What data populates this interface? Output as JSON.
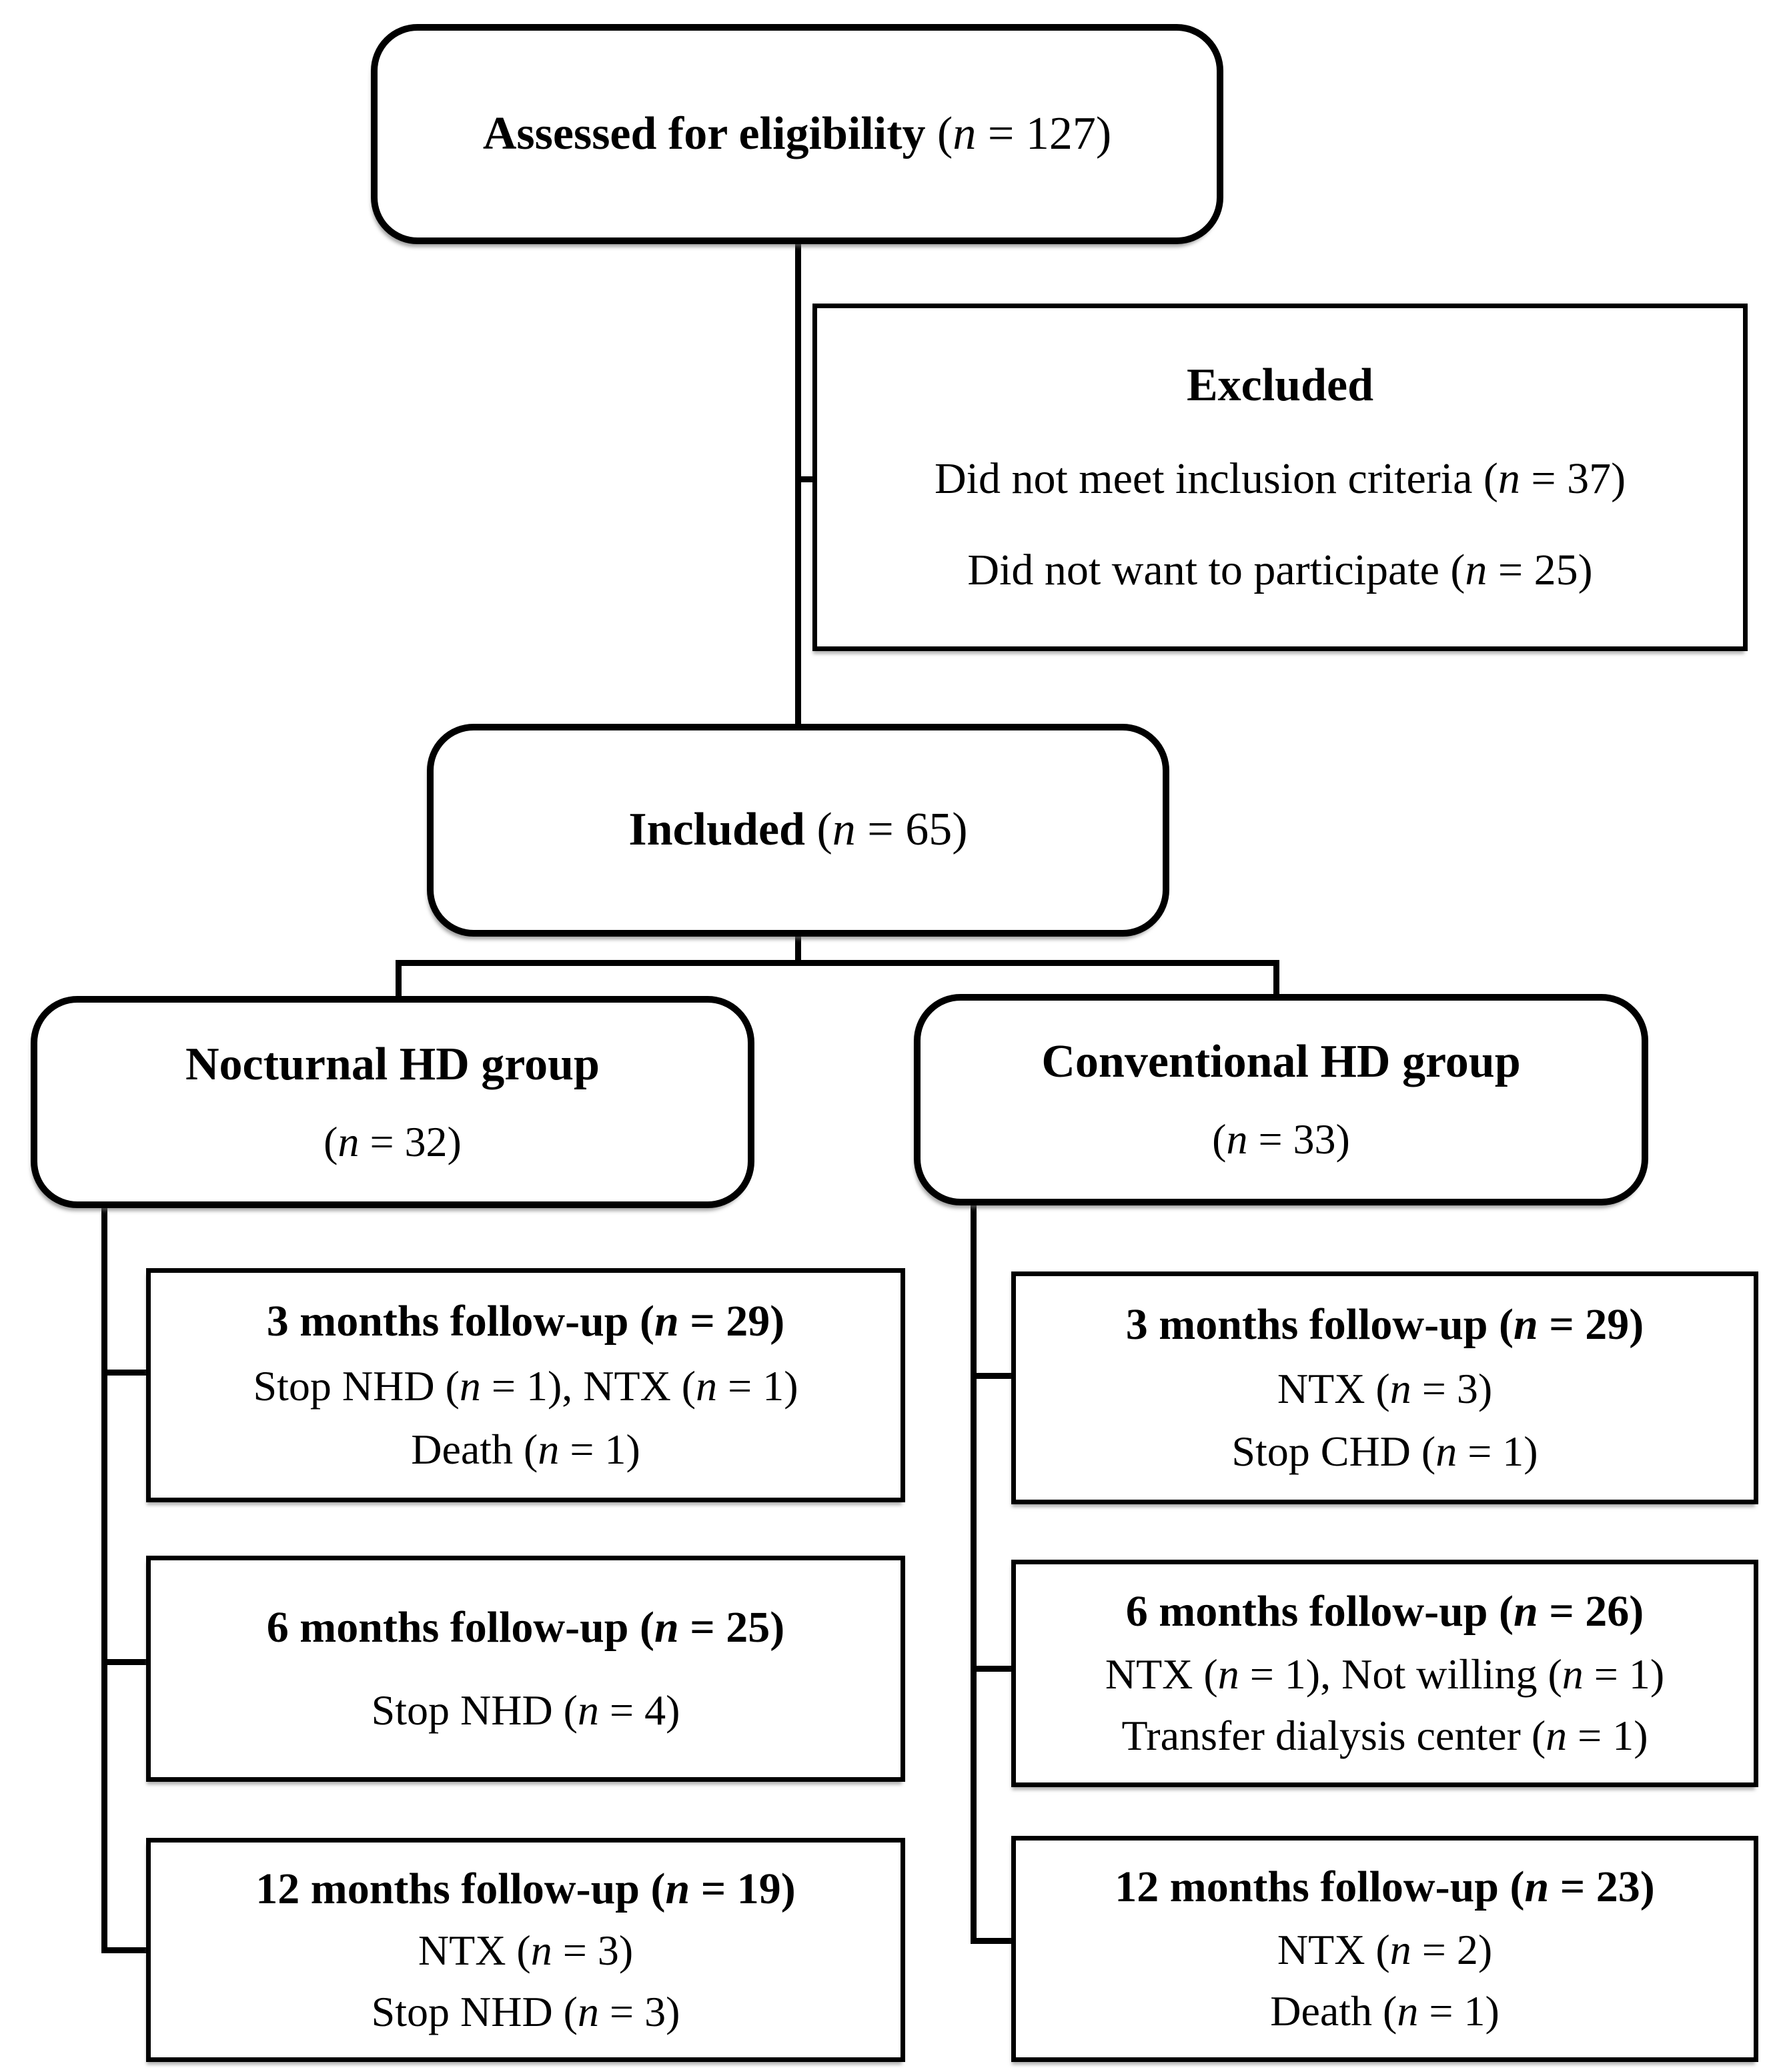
{
  "diagram": {
    "assessed": {
      "label": "Assessed for eligibility",
      "count": " (n = 127)"
    },
    "excluded": {
      "title": "Excluded",
      "lines": [
        "Did not meet inclusion criteria (n = 37)",
        "Did not want to participate (n = 25)"
      ]
    },
    "included": {
      "label": "Included",
      "count": " (n = 65)"
    },
    "groups": [
      {
        "label": "Nocturnal HD group",
        "count": "(n = 32)",
        "followups": [
          {
            "title": "3 months follow-up (n = 29)",
            "lines": [
              "Stop NHD (n = 1), NTX (n = 1)",
              "Death (n = 1)"
            ]
          },
          {
            "title": "6 months follow-up (n = 25)",
            "lines": [
              "Stop NHD (n = 4)"
            ]
          },
          {
            "title": "12 months follow-up (n = 19)",
            "lines": [
              "NTX (n = 3)",
              "Stop NHD (n = 3)"
            ]
          }
        ]
      },
      {
        "label": "Conventional HD group",
        "count": "(n = 33)",
        "followups": [
          {
            "title": "3 months follow-up (n = 29)",
            "lines": [
              "NTX (n = 3)",
              "Stop CHD (n = 1)"
            ]
          },
          {
            "title": "6 months follow-up (n = 26)",
            "lines": [
              "NTX (n = 1), Not willing (n = 1)",
              "Transfer dialysis center (n = 1)"
            ]
          },
          {
            "title": "12 months follow-up (n = 23)",
            "lines": [
              "NTX (n = 2)",
              "Death (n = 1)"
            ]
          }
        ]
      }
    ]
  }
}
